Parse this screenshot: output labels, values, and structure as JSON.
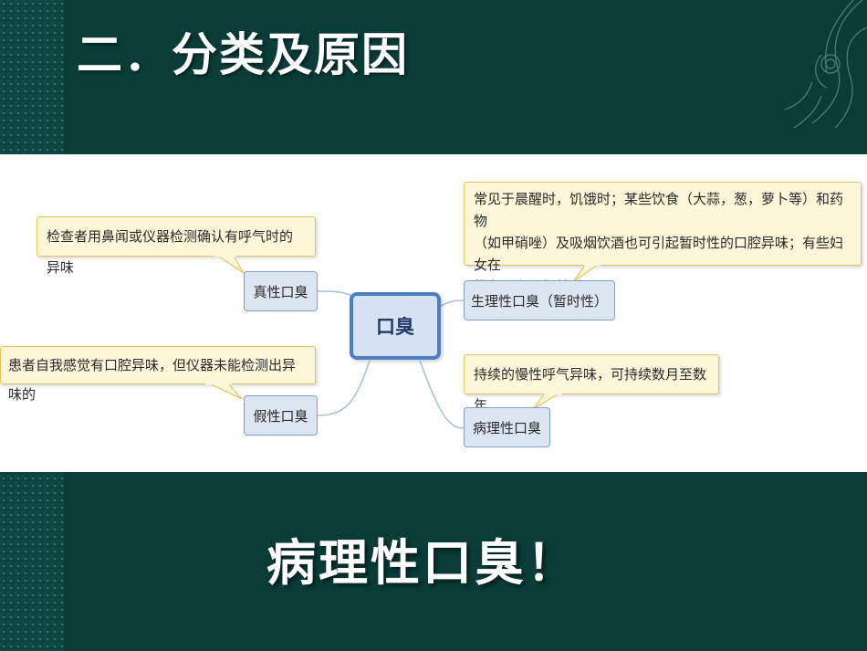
{
  "slide": {
    "heading": "二．分类及原因",
    "slogan": "病理性口臭！"
  },
  "mindmap": {
    "center": "口臭",
    "branches": {
      "true_halitosis": {
        "label": "真性口臭",
        "note": "检查者用鼻闻或仪器检测确认有呼气时的异味"
      },
      "pseudo_halitosis": {
        "label": "假性口臭",
        "note": "患者自我感觉有口腔异味，但仪器未能检测出异味的"
      },
      "physiological": {
        "label": "生理性口臭（暂时性）",
        "note_lines": [
          "常见于晨醒时，饥饿时；某些饮食（大蒜，葱，萝卜等）和药物",
          "（如甲硝唑）及吸烟饮酒也可引起暂时性的口腔异味；有些妇女在",
          "排卵日和月经前后。"
        ]
      },
      "pathological": {
        "label": "病理性口臭",
        "note": "持续的慢性呼气异味，可持续数月至数年"
      }
    }
  },
  "colors": {
    "background": "#0a3d38",
    "node_fill": "#dce6f3",
    "node_border": "#7d9fcd",
    "center_border": "#4a7fc0",
    "callout_fill": "#fdf6d8",
    "callout_border": "#e6c25a"
  }
}
